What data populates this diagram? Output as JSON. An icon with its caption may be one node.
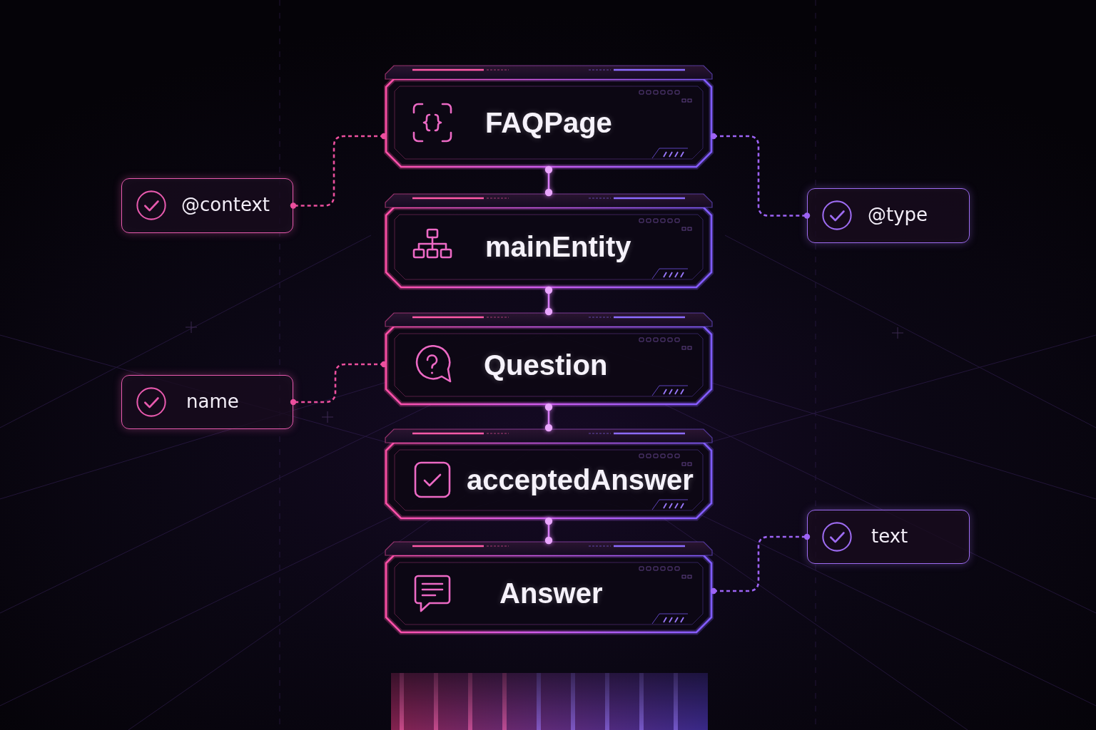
{
  "diagram": {
    "nodes": [
      {
        "text": [
          "FAQPage"
        ]
      },
      {
        "text": [
          "@context"
        ]
      },
      {
        "text": [
          "@type"
        ]
      },
      {
        "text": [
          "mainEntity"
        ]
      },
      {
        "text": [
          "Question"
        ]
      },
      {
        "text": [
          "name"
        ]
      },
      {
        "text": [
          "acceptedAnswer"
        ]
      },
      {
        "text": [
          "text"
        ]
      },
      {
        "text": [
          "Answer"
        ]
      }
    ],
    "edges": [
      {
        "from": 0,
        "to": 1,
        "arrow": "other",
        "style": "dashed",
        "color": "#ec4f9e"
      },
      {
        "from": 0,
        "to": 2,
        "arrow": "other",
        "style": "dashed",
        "color": "#9d63f5"
      },
      {
        "from": 0,
        "to": 3,
        "arrow": "other"
      },
      {
        "from": 3,
        "to": 4,
        "arrow": "other"
      },
      {
        "from": 4,
        "to": 5,
        "arrow": "other",
        "style": "dashed",
        "color": "#ec4f9e"
      },
      {
        "from": 4,
        "to": 6,
        "arrow": "other"
      },
      {
        "from": 6,
        "to": 8,
        "arrow": "other"
      },
      {
        "from": 8,
        "to": 7,
        "arrow": "other",
        "style": "dashed",
        "color": "#9d63f5"
      }
    ]
  }
}
